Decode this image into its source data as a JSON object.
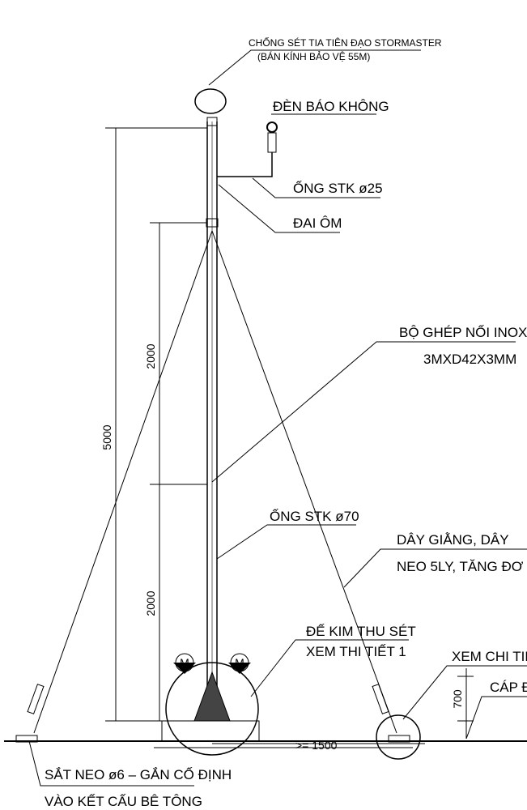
{
  "labels": {
    "air_terminal": "CHỐNG SÉT TIA TIÊN ĐẠO STORMASTER",
    "air_terminal_radius": "(BÁN KÍNH BẢO VỆ 55M)",
    "obstruction_light": "ĐÈN BÁO KHÔNG",
    "small_pipe": "ỐNG STK ø25",
    "clamp": "ĐAI ÔM",
    "coupler": "BỘ GHÉP NỐI INOX",
    "coupler_spec": "3MXD42X3MM",
    "main_pipe": "ỐNG STK ø70",
    "guy_wire": "DÂY GIẰNG, DÂY",
    "guy_wire_2": "NEO 5LY, TĂNG ĐƠ",
    "base": "ĐẾ KIM THU SÉT",
    "base_ref": "XEM THI TIẾT 1",
    "see_detail": "XEM CHI TIẾ",
    "cable": "CÁP Đ",
    "anchor": "SẮT NEO ø6 – GẮN CỐ ĐỊNH",
    "anchor_2": "VÀO KẾT CẤU BÊ TÔNG",
    "detail_mark": "M"
  },
  "dimensions": {
    "total": "5000",
    "upper": "2000",
    "lower": "2000",
    "anchor_height": "700",
    "anchor_distance": ">= 1500"
  }
}
